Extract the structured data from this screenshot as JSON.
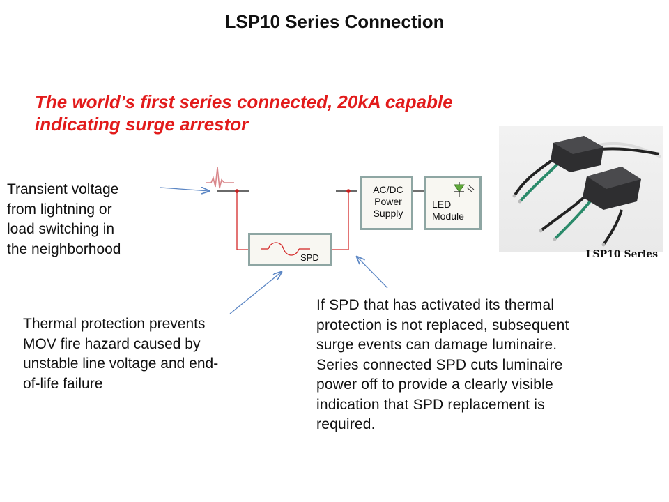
{
  "title": "LSP10 Series Connection",
  "headline": [
    "The world’s first series connected, 20kA capable",
    "indicating surge arrestor"
  ],
  "callouts": {
    "transient": [
      "Transient voltage",
      "from lightning or",
      "load switching in",
      "the neighborhood"
    ],
    "thermal": [
      "Thermal protection prevents",
      "MOV fire hazard caused by",
      "unstable line voltage and end-",
      "of-life failure"
    ],
    "spd_note": [
      "If SPD that has activated its thermal",
      "protection is not replaced, subsequent",
      "surge events can damage luminaire.",
      "Series connected SPD cuts luminaire",
      "power off to provide a clearly visible",
      "indication that SPD replacement is",
      "required."
    ]
  },
  "diagram": {
    "acdc_label": [
      "AC/DC",
      "Power",
      "Supply"
    ],
    "led_label": [
      "LED",
      "Module"
    ],
    "spd_label": "SPD"
  },
  "photo": {
    "caption": "LSP10 Series"
  },
  "colors": {
    "headline": "#e21b1b",
    "circuit": "#d42a2a",
    "box_border": "#8ea6a3",
    "arrow": "#5b86c4"
  }
}
